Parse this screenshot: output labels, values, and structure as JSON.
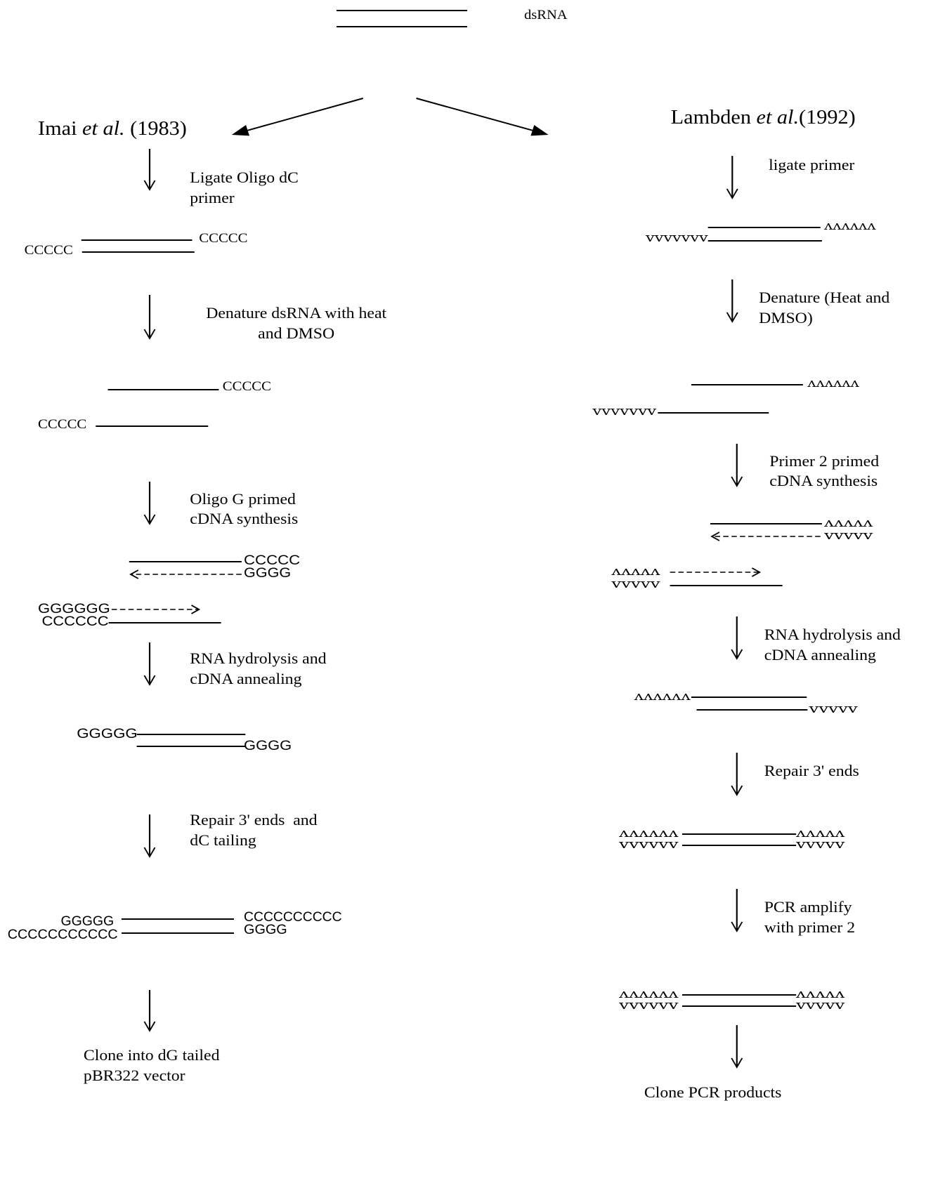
{
  "top": {
    "label": "dsRNA"
  },
  "left": {
    "title": {
      "name": "Imai",
      "etal": "et al.",
      "year": "(1983)"
    },
    "steps": [
      [
        "Ligate Oligo dC",
        "primer"
      ],
      [
        "Denature dsRNA with heat",
        "and DMSO"
      ],
      [
        "Oligo G primed",
        "cDNA synthesis"
      ],
      [
        "RNA hydrolysis and",
        "cDNA annealing"
      ],
      [
        "Repair 3' ends  and",
        "dC tailing"
      ],
      [
        "Clone into dG tailed",
        "pBR322 vector"
      ]
    ],
    "tails": {
      "ligated": {
        "right": "CCCCC",
        "left": "CCCCC"
      },
      "denatured": {
        "top": "CCCCC",
        "bottom": "CCCCC"
      },
      "synth_a": {
        "top": "CCCCC",
        "bottom": "GGGG"
      },
      "synth_b": {
        "top": "GGGGGG",
        "bottom": "CCCCCC"
      },
      "annealed": {
        "left": "GGGGG",
        "right": "GGGG"
      },
      "tailed": {
        "left_top": "GGGGG",
        "left_bottom": "CCCCCCCCCCC",
        "right_top": "CCCCCCCCCC",
        "right_bottom": "GGGG"
      }
    }
  },
  "right": {
    "title": {
      "name": "Lambden",
      "etal": "et al.",
      "year": "(1992)"
    },
    "steps": [
      [
        "ligate primer"
      ],
      [
        "Denature (Heat and",
        "DMSO)"
      ],
      [
        "Primer 2 primed",
        "cDNA synthesis"
      ],
      [
        "RNA hydrolysis and",
        "cDNA annealing"
      ],
      [
        "Repair 3' ends"
      ],
      [
        "PCR amplify",
        "with primer 2"
      ],
      [
        "Clone PCR products"
      ]
    ],
    "primer_tails": [
      "vvvvvvv",
      "ʌʌʌʌʌʌ",
      "ʌʌʌʌʌʌ",
      "vvvvvvv",
      "ʌʌʌʌʌ",
      "vvvvv",
      "ʌʌʌʌʌ",
      "vvvvv",
      "ʌʌʌʌʌʌ",
      "vvvvv",
      "ʌʌʌʌʌʌ",
      "vvvvvv",
      "ʌʌʌʌʌ",
      "vvvvv",
      "ʌʌʌʌʌʌ",
      "vvvvvv",
      "ʌʌʌʌʌ",
      "vvvvv"
    ]
  }
}
